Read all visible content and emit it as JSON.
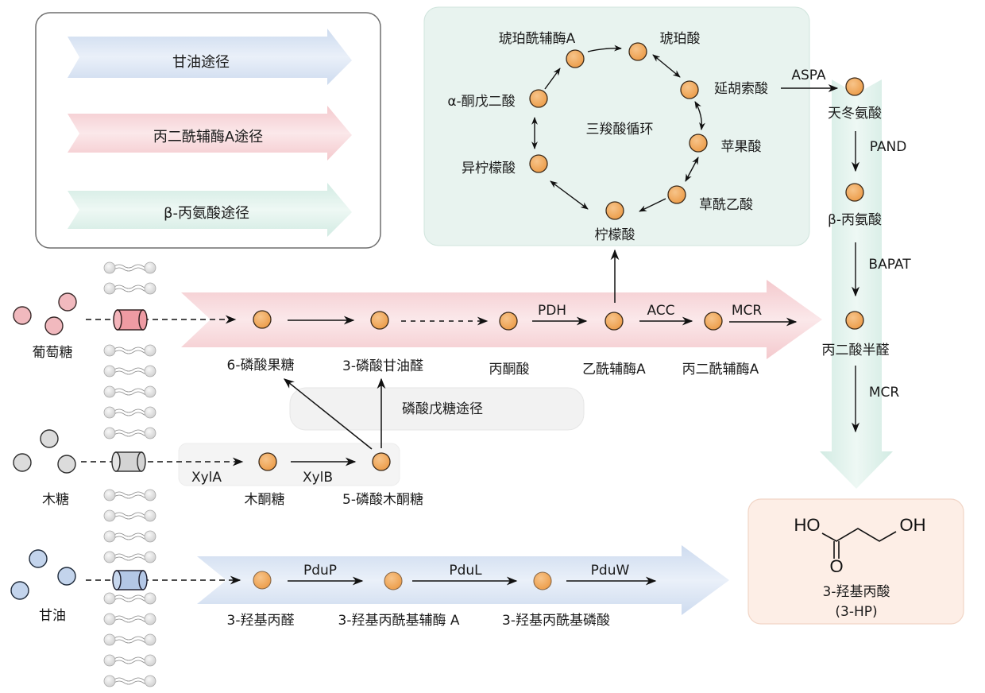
{
  "colors": {
    "glycerol_pathway": "#dfe8f5",
    "malonyl_pathway": "#f7d9dc",
    "alanine_pathway": "#e2f1ec",
    "tca_panel": "#e8f3ef",
    "product_panel": "#fdeee6",
    "ppp_panel": "#f2f2f2",
    "metabolite": "#f2a95a",
    "glucose": "#f1b9be",
    "xylose": "#dcdcdc",
    "glycerol": "#c3d4ec"
  },
  "legend": {
    "items": [
      {
        "label": "甘油途径",
        "pathway": "glycerol"
      },
      {
        "label": "丙二酰辅酶A途径",
        "pathway": "malonyl"
      },
      {
        "label": "β-丙氨酸途径",
        "pathway": "alanine"
      }
    ]
  },
  "tca": {
    "title": "三羧酸循环",
    "metabolites": [
      "琥珀酰辅酶A",
      "琥珀酸",
      "延胡索酸",
      "苹果酸",
      "草酰乙酸",
      "柠檬酸",
      "异柠檬酸",
      "α-酮戊二酸"
    ]
  },
  "substrates": {
    "glucose": "葡萄糖",
    "xylose": "木糖",
    "glycerol": "甘油"
  },
  "malonyl_pathway": {
    "metabolites": [
      "6-磷酸果糖",
      "3-磷酸甘油醛",
      "丙酮酸",
      "乙酰辅酶A",
      "丙二酰辅酶A"
    ],
    "enzymes": [
      "PDH",
      "ACC",
      "MCR"
    ]
  },
  "ppp": {
    "label": "磷酸戊糖途径"
  },
  "xylose_pathway": {
    "metabolites": [
      "木酮糖",
      "5-磷酸木酮糖"
    ],
    "enzymes": [
      "XylA",
      "XylB"
    ]
  },
  "glycerol_pathway": {
    "metabolites": [
      "3-羟基丙醛",
      "3-羟基丙酰基辅酶 A",
      "3-羟基丙酰基磷酸"
    ],
    "enzymes": [
      "PduP",
      "PduL",
      "PduW"
    ]
  },
  "alanine_pathway": {
    "metabolites": [
      "天冬氨酸",
      "β-丙氨酸",
      "丙二酸半醛"
    ],
    "enzymes": [
      "ASPA",
      "PAND",
      "BAPAT",
      "MCR"
    ]
  },
  "product": {
    "structure_left": "HO",
    "structure_right": "OH",
    "structure_oxygen": "O",
    "name": "3-羟基丙酸",
    "abbr": "(3-HP)"
  }
}
